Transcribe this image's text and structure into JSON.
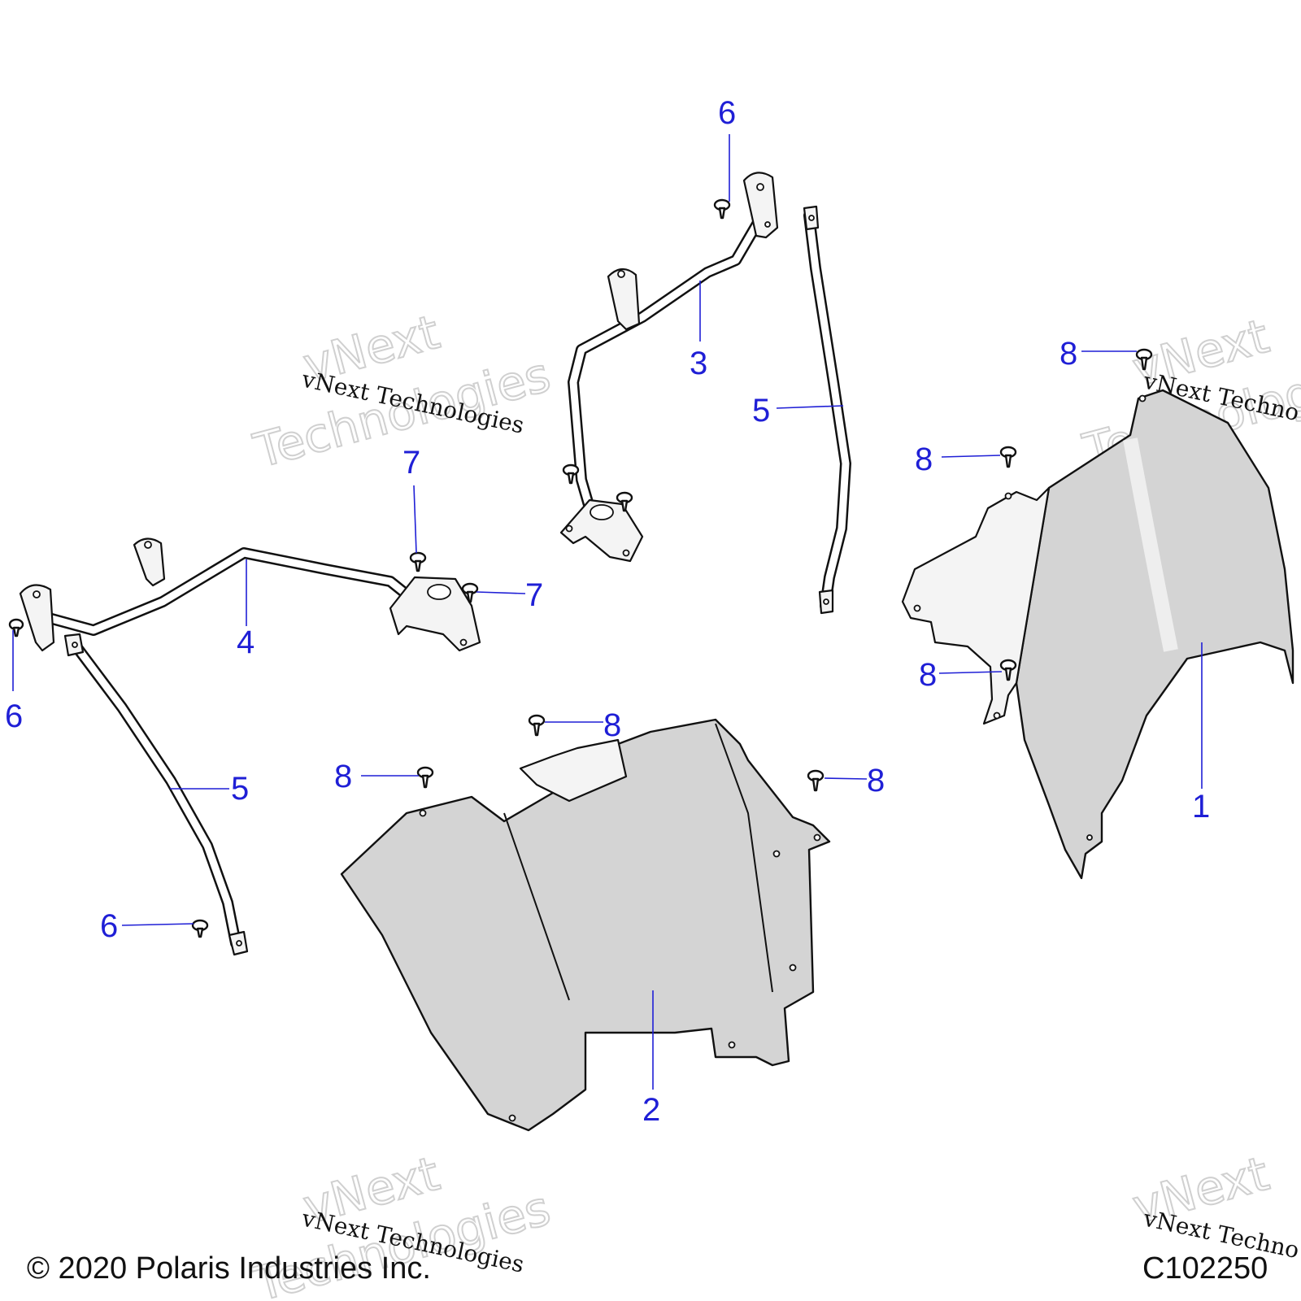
{
  "callouts": {
    "c6_top": "6",
    "c3": "3",
    "c5_right": "5",
    "c8_top": "8",
    "c8_mid": "8",
    "c7_top": "7",
    "c7_right": "7",
    "c4": "4",
    "c6_left": "6",
    "c5_left": "5",
    "c6_bottom": "6",
    "c8_left": "8",
    "c8_center": "8",
    "c8_right2": "8",
    "c8_panel1": "8",
    "c1": "1",
    "c2": "2"
  },
  "watermark": {
    "brand_top": "vNext",
    "brand_bottom": "Technologies",
    "caption": "vNext Technologies",
    "caption_clipped": "vNext Techno"
  },
  "footer": {
    "copyright": "© 2020 Polaris Industries Inc.",
    "drawing_id": "C102250"
  },
  "colors": {
    "callout": "#1f1fd6",
    "panel_fill": "#d4d4d4",
    "outline": "#111111"
  }
}
